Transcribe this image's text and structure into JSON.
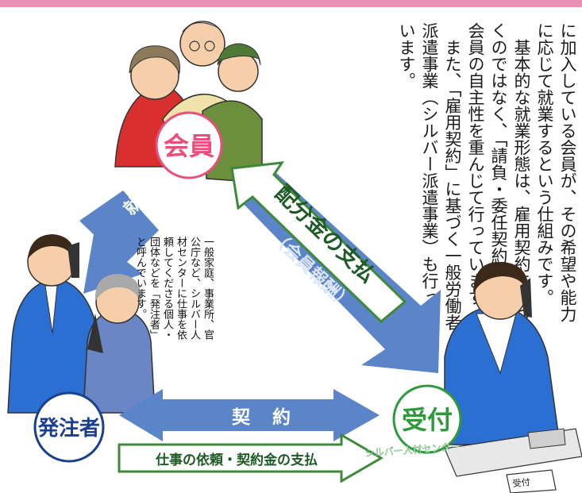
{
  "paragraph": [
    "に加入している会員が、その希望や能力",
    "に応じて就業するという仕組みです。",
    "　基本的な就業形態は、雇用契約に基づ",
    "くのではなく、「請負・委任契約」により",
    "会員の自主性を重んじて行っています。",
    "　また、「雇用契約」に基づく一般労働者",
    "派遣事業（シルバー派遣事業）も行って",
    "います。"
  ],
  "nodes": {
    "member": "会員",
    "orderer": "発注者",
    "reception": "受付",
    "center_name": "シルバー人材センター",
    "desk_sign": "受付"
  },
  "arrows": {
    "work": "就労",
    "distribution": "配分金の支払",
    "distribution_sub": "（会員報酬）",
    "contract": "契約",
    "request_payment": "仕事の依頼・契約金の支払"
  },
  "annotation": [
    "一般家庭、事業所、官",
    "公庁など、シルバー人",
    "材センターに仕事を依",
    "頼してくださる個人・",
    "団体などを「発注者」",
    "と呼んでいます。"
  ],
  "colors": {
    "top_bar": "#e98fb4",
    "member_circle": "#e84f7a",
    "orderer_circle": "#1b3f8f",
    "reception_circle": "#2e9a3c",
    "arrow_blue": "#5b84c9",
    "arrow_green_outline": "#3f8a3a",
    "arrow_text_green": "#1d5a25"
  }
}
